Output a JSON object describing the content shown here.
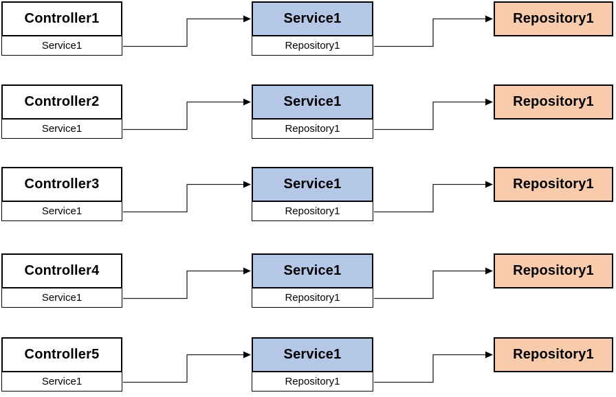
{
  "diagram": {
    "colors": {
      "service_fill": "#b4c7e7",
      "repository_fill": "#f8cbad",
      "controller_fill": "#ffffff",
      "border": "#000000",
      "connector": "#1f1f1f"
    },
    "rows": [
      {
        "controller": {
          "title": "Controller1",
          "dependency": "Service1"
        },
        "service": {
          "title": "Service1",
          "dependency": "Repository1"
        },
        "repository": {
          "title": "Repository1"
        }
      },
      {
        "controller": {
          "title": "Controller2",
          "dependency": "Service1"
        },
        "service": {
          "title": "Service1",
          "dependency": "Repository1"
        },
        "repository": {
          "title": "Repository1"
        }
      },
      {
        "controller": {
          "title": "Controller3",
          "dependency": "Service1"
        },
        "service": {
          "title": "Service1",
          "dependency": "Repository1"
        },
        "repository": {
          "title": "Repository1"
        }
      },
      {
        "controller": {
          "title": "Controller4",
          "dependency": "Service1"
        },
        "service": {
          "title": "Service1",
          "dependency": "Repository1"
        },
        "repository": {
          "title": "Repository1"
        }
      },
      {
        "controller": {
          "title": "Controller5",
          "dependency": "Service1"
        },
        "service": {
          "title": "Service1",
          "dependency": "Repository1"
        },
        "repository": {
          "title": "Repository1"
        }
      }
    ]
  }
}
